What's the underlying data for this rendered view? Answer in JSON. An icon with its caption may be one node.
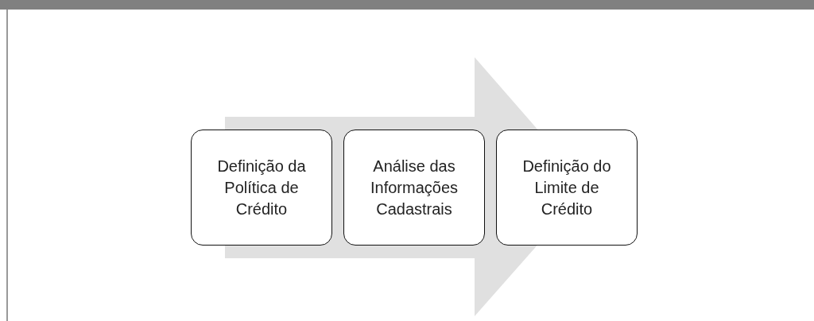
{
  "diagram": {
    "nodes": [
      {
        "text": [
          "Definição da Política de Crédito"
        ]
      },
      {
        "text": [
          "Análise das Informações Cadastrais"
        ]
      },
      {
        "text": [
          "Definição do Limite de Crédito"
        ]
      }
    ],
    "edges": [
      {
        "from": 0,
        "to": 2,
        "arrow": "to"
      }
    ]
  }
}
